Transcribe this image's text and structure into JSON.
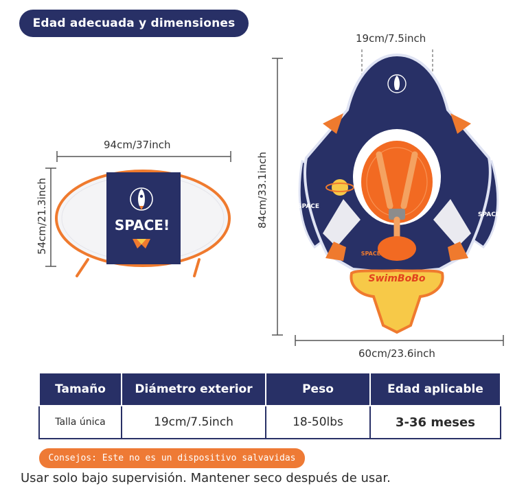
{
  "header": {
    "title": "Edad adecuada y dimensiones"
  },
  "dimensions": {
    "canopy_width": "94cm/37inch",
    "canopy_height": "54cm/21.3inch",
    "seat_width": "19cm/7.5inch",
    "float_height": "84cm/33.1inch",
    "float_width": "60cm/23.6inch"
  },
  "product_labels": {
    "canopy_print": "SPACE!",
    "brand": "SwimBoBo",
    "wing_left": "SPACE",
    "wing_right": "SPACE",
    "tail_print": "SPACE"
  },
  "table": {
    "headers": [
      "Tamaño",
      "Diámetro exterior",
      "Peso",
      "Edad aplicable"
    ],
    "rows": [
      [
        "Talla única",
        "19cm/7.5inch",
        "18-50lbs",
        "3-36 meses"
      ]
    ]
  },
  "tips": {
    "warning": "Consejos: Este no es un dispositivo salvavidas",
    "note": "Usar solo bajo supervisión. Mantener seco después de usar."
  },
  "colors": {
    "navy": "#283066",
    "orange": "#ee7a35",
    "yellow": "#f7c948"
  },
  "icons": [
    "rocket-icon",
    "planet-icon",
    "flame-icon"
  ]
}
